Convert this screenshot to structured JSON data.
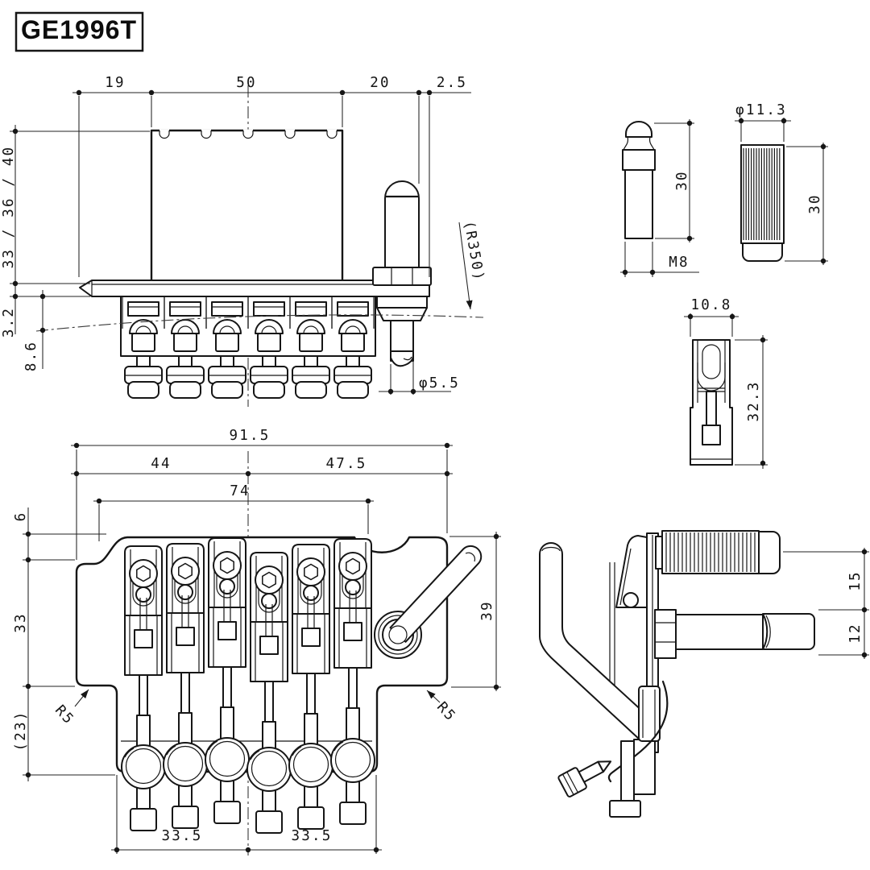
{
  "title": "GE1996T",
  "front_view": {
    "dim_plate_left": "19",
    "dim_block_width": "50",
    "dim_arm_offset": "20",
    "dim_edge_offset": "2.5",
    "dim_block_height": "33 / 36 / 40",
    "dim_plate_thickness": "3.2",
    "dim_string_height": "8.6",
    "dim_saddle_radius": "(R350)",
    "dim_arm_diameter": "φ5.5"
  },
  "stud_view": {
    "dim_stud_length": "30",
    "dim_thread": "M8"
  },
  "bushing_view": {
    "dim_diameter": "φ11.3",
    "dim_length": "30"
  },
  "insert_view": {
    "dim_width": "10.8",
    "dim_height": "32.3"
  },
  "plan_view": {
    "dim_overall_width": "91.5",
    "dim_left_of_center": "44",
    "dim_right_of_center": "47.5",
    "dim_stud_spacing": "74",
    "dim_edge_step": "6",
    "dim_body_depth": "33",
    "dim_tuner_depth": "(23)",
    "dim_corner_left": "R5",
    "dim_corner_right": "R5",
    "dim_right_depth": "39",
    "dim_tuner_width_left": "33.5",
    "dim_tuner_width_right": "33.5"
  },
  "side_view": {
    "dim_knob_height": "15",
    "dim_stud_height": "12"
  }
}
